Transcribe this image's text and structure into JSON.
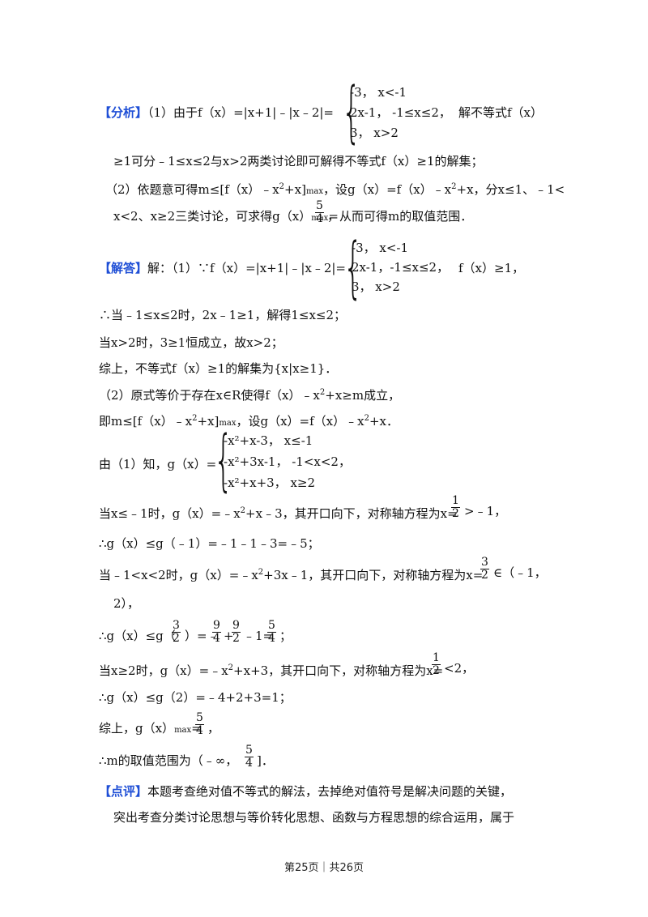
{
  "analysis": {
    "tag": "【分析】",
    "part1_prefix": "（1）由于f（x）=|x+1|﹣|x﹣2|=",
    "piece1": [
      "-3，  x<-1",
      "2x-1，  -1≤x≤2，",
      "3，  x>2"
    ],
    "part1_suffix": "解不等式f（x）",
    "line2": "≥1可分﹣1≤x≤2与x>2两类讨论即可解得不等式f（x）≥1的解集；",
    "line3a": "（2）依题意可得m≤[f（x）﹣x",
    "line3b": "+x]",
    "line3c": "，设g（x）=f（x）﹣x",
    "line3d": "+x，分x≤1、﹣1<",
    "line4a": "x<2、x≥2三类讨论，可求得g（x）",
    "line4b": "，从而可得m的取值范围．",
    "max": "max",
    "sq": "2"
  },
  "answer": {
    "tag": "【解答】",
    "part1_prefix": "解：（1）∵f（x）=|x+1|﹣|x﹣2|=",
    "piece1": [
      "-3，  x<-1",
      "2x-1，-1≤x≤2，",
      "3，  x>2"
    ],
    "part1_suffix": "f（x）≥1，",
    "l1": "∴当﹣1≤x≤2时，2x﹣1≥1，解得1≤x≤2；",
    "l2": "当x>2时，3≥1恒成立，故x>2；",
    "l3": "综上，不等式f（x）≥1的解集为{x|x≥1}．",
    "l4a": "（2）原式等价于存在x∈R使得f（x）﹣x",
    "l4b": "+x≥m成立，",
    "l5a": "即m≤[f（x）﹣x",
    "l5b": "+x]",
    "l5c": "，设g（x）=f（x）﹣x",
    "l5d": "+x．",
    "l6": "由（1）知，g（x）=",
    "piece2": [
      "-x²+x-3，  x≤-1",
      "-x²+3x-1，  -1<x<2，",
      "-x²+x+3，  x≥2"
    ],
    "l7a": "当x≤﹣1时，g（x）=﹣x",
    "l7b": "+x﹣3，其开口向下，对称轴方程为x=",
    "l7c": ">﹣1，",
    "l8": "∴g（x）≤g（﹣1）=﹣1﹣1﹣3=﹣5；",
    "l9a": "当﹣1<x<2时，g（x）=﹣x",
    "l9b": "+3x﹣1，其开口向下，对称轴方程为x=",
    "l9c": "∈（﹣1，",
    "l10": "2），",
    "l11a": "∴g（x）≤g（",
    "l11b": "）=﹣",
    "l11c": "+",
    "l11d": "﹣1=",
    "l11e": "；",
    "l12a": "当x≥2时，g（x）=﹣x",
    "l12b": "+x+3，其开口向下，对称轴方程为x=",
    "l12c": "<2，",
    "l13": "∴g（x）≤g（2）=﹣4+2+3=1；",
    "l14a": "综上，g（x）",
    "l14b": "，",
    "l15a": "∴m的取值范围为（﹣∞，",
    "l15b": "]．"
  },
  "fractions": {
    "five_fourths": [
      "5",
      "4"
    ],
    "one_half": [
      "1",
      "2"
    ],
    "three_halves": [
      "3",
      "2"
    ],
    "nine_fourths": [
      "9",
      "4"
    ],
    "nine_halves": [
      "9",
      "2"
    ]
  },
  "comment": {
    "tag": "【点评】",
    "l1": "本题考查绝对值不等式的解法，去掉绝对值符号是解决问题的关键，",
    "l2": "突出考查分类讨论思想与等价转化思想、函数与方程思想的综合运用，属于"
  },
  "footer": "第25页｜共26页"
}
